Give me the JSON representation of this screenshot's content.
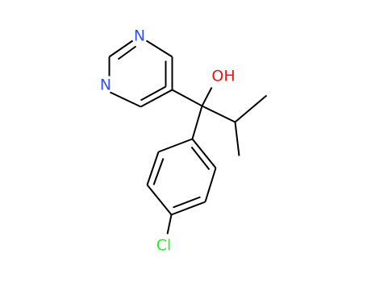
{
  "molecule": {
    "atoms": [
      {
        "id": "N1",
        "label": "N"
      },
      {
        "id": "N3",
        "label": "N"
      },
      {
        "id": "O",
        "label": "OH"
      },
      {
        "id": "Cl",
        "label": "Cl"
      }
    ]
  },
  "colors": {
    "bond": "#000000",
    "nitrogen": "#3050F8",
    "oxygen": "#FF0D0D",
    "chlorine": "#1FF01F",
    "background": "#FFFFFF"
  }
}
